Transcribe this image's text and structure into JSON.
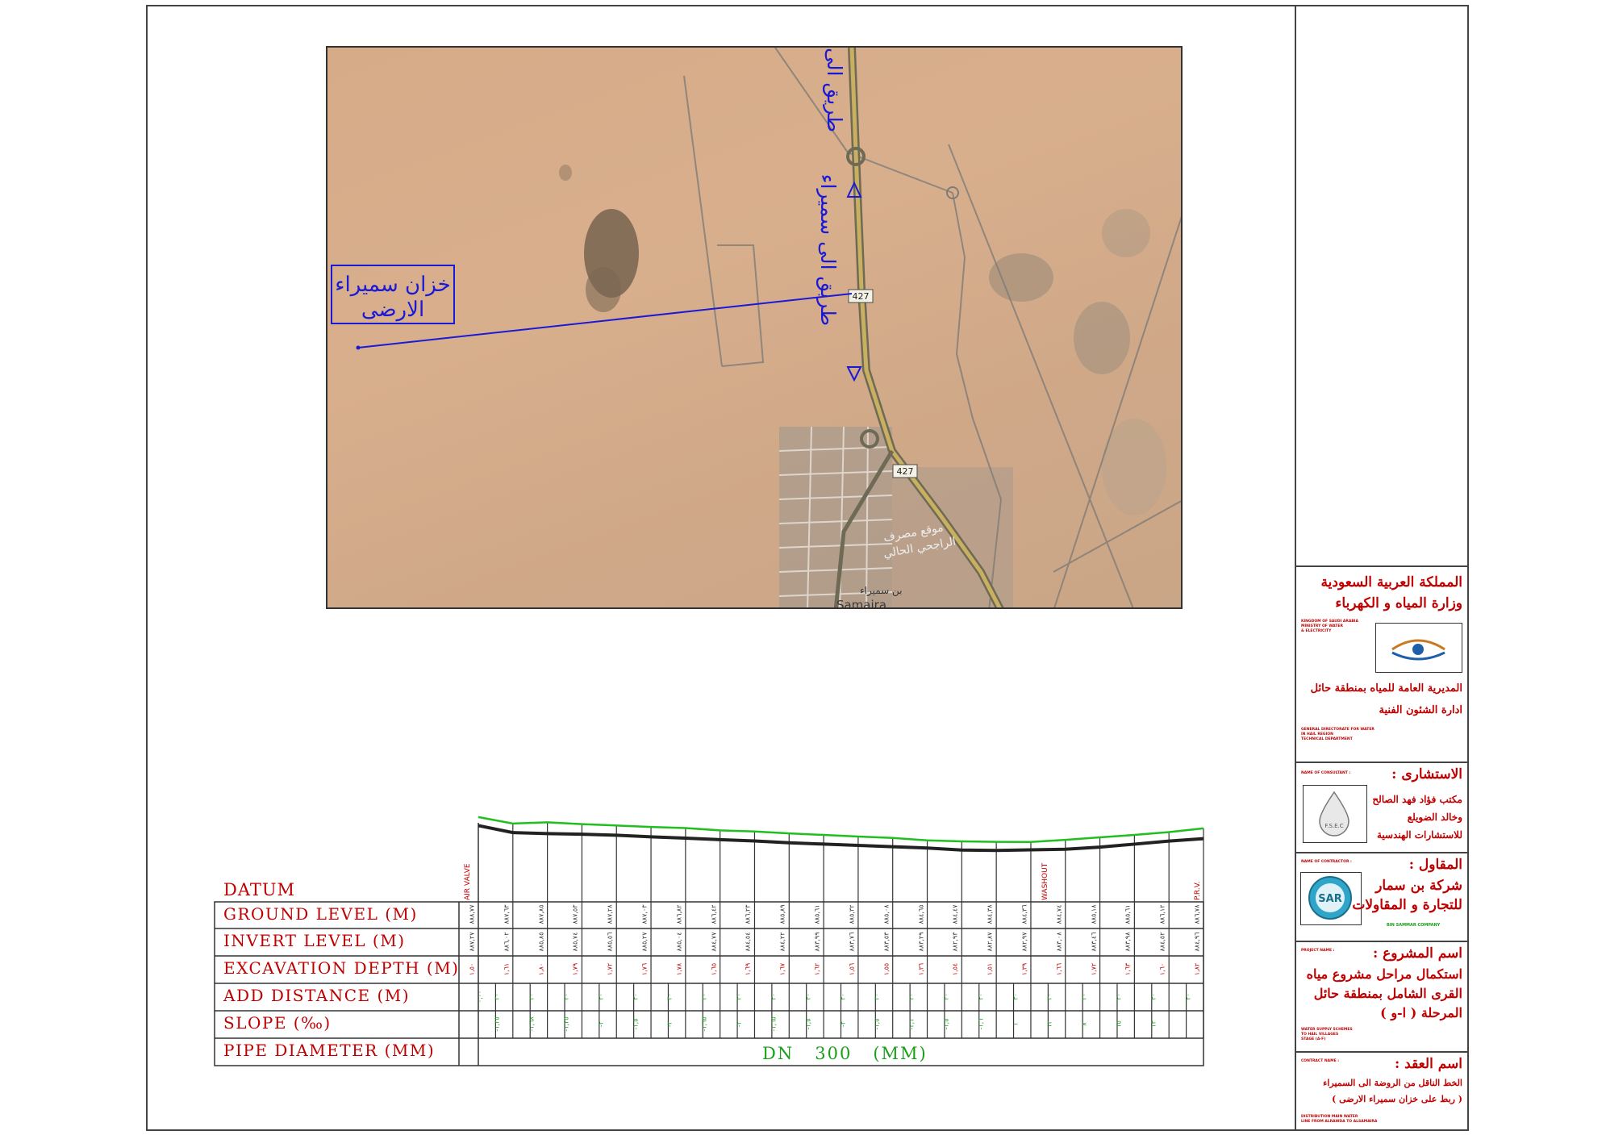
{
  "map": {
    "tank_label_line1": "خزان سميراء",
    "tank_label_line2": "الارضى",
    "road_north_label": "طريق الى شنان",
    "road_south_label": "طريق الى سميراء",
    "road_shield_1": "427",
    "road_shield_2": "427",
    "town_label_1": "موقع مصرف",
    "town_label_2": "الراجحي الحالي",
    "town_label_3": "بن سميراء",
    "town_label_4": "Samaira",
    "colors": {
      "route": "#1a1ad6",
      "road": "#b5a060",
      "label_box": "#1a1ad6"
    }
  },
  "profile": {
    "datum_label": "DATUM",
    "rows": [
      {
        "label": "GROUND LEVEL (M)",
        "color": "#c00000",
        "values": [
          "٨٨٨,٧٧",
          "٨٨٧,٦٣",
          "٨٨٧,٨٥",
          "٨٨٧,٥٣",
          "٨٨٧,٢٨",
          "٨٨٧,٠٣",
          "٨٨٦,٨٢",
          "٨٨٦,٤٢",
          "٨٨٦,٢٣",
          "٨٨٥,٨٩",
          "٨٨٥,٦١",
          "٨٨٥,٣٢",
          "٨٨٥,٠٨",
          "٨٨٤,٦٥",
          "٨٨٤,٤٧",
          "٨٨٤,٣٨",
          "٨٨٤,٣٦",
          "٨٨٤,٧٤",
          "٨٨٥,١٨",
          "٨٨٥,٦١",
          "٨٨٦,١٢",
          "٨٨٦,٧٨"
        ]
      },
      {
        "label": "INVERT LEVEL (M)",
        "color": "#c00000",
        "values": [
          "٨٨٧,٢٧",
          "٨٨٦,٠٢",
          "٨٨٥,٨٥",
          "٨٨٥,٧٤",
          "٨٨٥,٥٦",
          "٨٨٥,٢٧",
          "٨٨٥,٠٤",
          "٨٨٤,٧٧",
          "٨٨٤,٥٤",
          "٨٨٤,٢٢",
          "٨٨٣,٩٩",
          "٨٨٣,٧٦",
          "٨٨٣,٥٣",
          "٨٨٣,٢٩",
          "٨٨٢,٩٣",
          "٨٨٢,٨٧",
          "٨٨٢,٩٧",
          "٨٨٣,٠٨",
          "٨٨٣,٤٦",
          "٨٨٣,٩٨",
          "٨٨٤,٥٢",
          "٨٨٤,٩٦"
        ]
      },
      {
        "label": "EXCAVATION DEPTH (M)",
        "color": "#c00000",
        "values": [
          "١,٥٠",
          "١,٦١",
          "١,٨٠",
          "١,٧٩",
          "١,٧٢",
          "١,٧٦",
          "١,٧٨",
          "١,٦٥",
          "١,٦٩",
          "١,٦٧",
          "١,٦٢",
          "١,٥٦",
          "١,٥٥",
          "١,٣٦",
          "١,٥٤",
          "١,٥١",
          "١,٣٩",
          "١,٦٦",
          "١,٧٢",
          "١,٦٣",
          "١,٦٠",
          "١,٨٢"
        ]
      },
      {
        "label": "ADD DISTANCE (M)",
        "color": "#c00000",
        "values": [
          "٠,٠٠",
          "٢٠",
          "٣٠",
          "٢٠",
          "٣٠",
          "٢٠",
          "٣٠",
          "٢٠",
          "٣٠",
          "٢٠",
          "٣٠",
          "٢٠",
          "٣٠",
          "٢٠",
          "٣٠",
          "٢٠",
          "٣٠",
          "٢٠",
          "٣٠",
          "٢٠",
          "٣٠",
          "٢٠"
        ]
      },
      {
        "label": "SLOPE (‰)",
        "color": "#c00000",
        "values": [
          "",
          "-١,٢٥",
          "-١,٦٨",
          "-١,٢٥",
          "-٢",
          "-١,٥",
          "-٢",
          "-١,٦٥",
          "-٢",
          "-١,٦٥",
          "-١,٥",
          "-٢",
          "-١,٥",
          "-٢,١",
          "-١,٥",
          "-١,٦",
          "١",
          "١٢",
          "٨",
          "١٥",
          "١٣",
          ""
        ]
      },
      {
        "label": "PIPE DIAMETER (MM)",
        "color": "#c00000"
      }
    ],
    "pipe_diameter_value": "DN   300   (MM)",
    "fixtures": {
      "start": "AIR VALVE",
      "mid": "WASHOUT",
      "end": "P.R.V."
    },
    "colors": {
      "ground_line": "#1fbf1f",
      "invert_line": "#222222",
      "grid": "#333333",
      "green_text": "#1a9f1a"
    }
  },
  "title_block": {
    "kingdom_ar": "المملكة العربية السعودية",
    "ministry_ar": "وزارة المياه و الكهرباء",
    "kingdom_en": [
      "KINGDOM OF SAUDI ARABIA",
      "MINISTRY OF WATER",
      "& ELECTRICITY"
    ],
    "directorate_ar": "المديرية العامة للمياه بمنطقة حائل",
    "dept_ar": "ادارة الشئون الفنية",
    "directorate_en": [
      "GENERAL DIRECTORATE FOR WATER",
      "IN HAIL REGION",
      "TECHNICAL DEPARTMENT"
    ],
    "consultant_en": "NAME OF CONSULTANT :",
    "consultant_ar": "الاستشارى :",
    "consultant_name_ar": [
      "مكتب فؤاد فهد الصالح",
      "وخالد الضويلع",
      "للاستشارات الهندسية"
    ],
    "consultant_logo_text": "F.S.E.C",
    "contractor_en": "NAME OF CONTRACTOR :",
    "contractor_ar": "المقاول :",
    "contractor_name_ar": [
      "شركة بن سمار",
      "للتجارة و المقاولات"
    ],
    "contractor_logo_text": "SAR",
    "contractor_name_en": "BIN SAMMAR COMPANY",
    "project_en": "PROJECT NAME :",
    "project_ar": "اسم المشروع :",
    "project_name_ar": [
      "استكمال مراحل مشروع مياه",
      "القرى الشامل بمنطقة حائل",
      "المرحلة ( ا-و )"
    ],
    "project_name_en": [
      "WATER SUPPLY SCHEMES",
      "TO HAIL VILLAGES",
      "STAGE (A-F)"
    ],
    "contract_en": "CONTRACT NAME :",
    "contract_ar": "اسم العقد :",
    "contract_name_ar": [
      "الخط الناقل من الروضة الى السميراء",
      "( ربط على خزان سميراء الارضى )"
    ],
    "contract_name_en": [
      "DISTRIBUTION MAIN WATER",
      "LINE FROM ALRAWDA TO ALSAMAIRA"
    ]
  }
}
